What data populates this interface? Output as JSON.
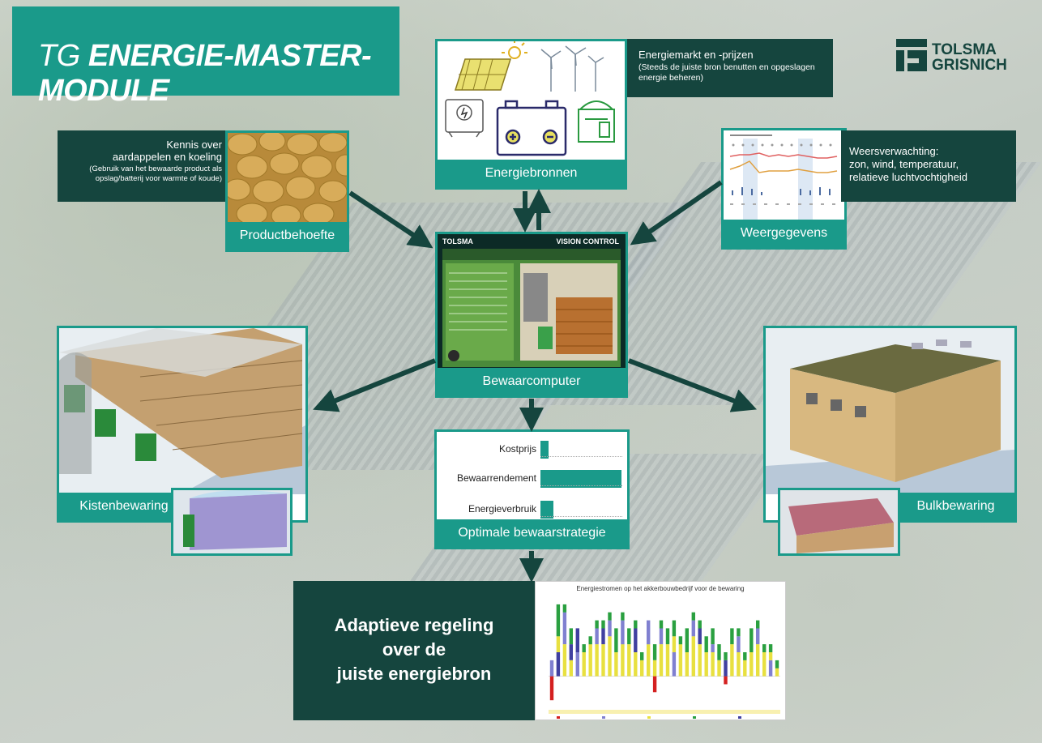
{
  "header": {
    "title_prefix": "TG",
    "title_main": "ENERGIE-MASTER-MODULE",
    "logo_line1": "TOLSMA",
    "logo_line2": "GRISNICH"
  },
  "energy_market": {
    "title": "Energiemarkt en -prijzen",
    "subtitle": "(Steeds de juiste bron benutten en opgeslagen energie beheren)"
  },
  "energy_sources": {
    "label": "Energiebronnen"
  },
  "product": {
    "line1": "Kennis over",
    "line2": "aardappelen en koeling",
    "line3": "(Gebruik van het bewaarde product als opslag/batterij voor warmte of koude)",
    "label": "Productbehoefte"
  },
  "weather": {
    "line1": "Weersverwachting:",
    "line2": "zon, wind, temperatuur,",
    "line3": "relatieve luchtvochtigheid",
    "label": "Weergegevens"
  },
  "computer": {
    "brand": "TOLSMA",
    "screen_title": "VISION CONTROL",
    "label": "Bewaarcomputer"
  },
  "kisten": {
    "label": "Kistenbewaring"
  },
  "bulk": {
    "label": "Bulkbewaring"
  },
  "strategy": {
    "label": "Optimale bewaarstrategie",
    "rows": [
      {
        "name": "Kostprijs",
        "value": 0.1
      },
      {
        "name": "Bewaarrendement",
        "value": 1.0
      },
      {
        "name": "Energieverbruik",
        "value": 0.16
      }
    ]
  },
  "adaptive": {
    "line1": "Adaptieve regeling",
    "line2": "over de",
    "line3": "juiste energiebron"
  },
  "chart_data": {
    "type": "bar",
    "title": "Energiestromen op het akkerbouwbedrijf voor de bewaring",
    "series_colors": [
      "#d42020",
      "#8080d0",
      "#e8e040",
      "#2aa040",
      "#4040a0"
    ],
    "stacks": [
      [
        [
          -3,
          0
        ],
        [
          0,
          2
        ],
        [
          2,
          2
        ]
      ],
      [
        [
          0,
          3
        ],
        [
          3,
          5
        ],
        [
          5,
          9
        ]
      ],
      [
        [
          0,
          4
        ],
        [
          4,
          8
        ],
        [
          8,
          9
        ]
      ],
      [
        [
          0,
          2
        ],
        [
          2,
          4
        ],
        [
          4,
          6
        ]
      ],
      [
        [
          0,
          3
        ],
        [
          3,
          6
        ]
      ],
      [
        [
          0,
          3
        ],
        [
          3,
          4
        ]
      ],
      [
        [
          0,
          4
        ],
        [
          4,
          5
        ]
      ],
      [
        [
          0,
          4
        ],
        [
          4,
          6
        ],
        [
          6,
          7
        ]
      ],
      [
        [
          0,
          4
        ],
        [
          4,
          6
        ],
        [
          6,
          7
        ]
      ],
      [
        [
          0,
          5
        ],
        [
          5,
          7
        ],
        [
          7,
          8
        ]
      ],
      [
        [
          0,
          3
        ],
        [
          3,
          6
        ]
      ],
      [
        [
          0,
          4
        ],
        [
          4,
          7
        ],
        [
          7,
          8
        ]
      ],
      [
        [
          0,
          4
        ],
        [
          4,
          6
        ]
      ],
      [
        [
          0,
          3
        ],
        [
          3,
          6
        ],
        [
          6,
          7
        ]
      ],
      [
        [
          0,
          2
        ],
        [
          2,
          3
        ]
      ],
      [
        [
          0,
          4
        ],
        [
          4,
          7
        ]
      ],
      [
        [
          -2,
          0
        ],
        [
          0,
          2
        ],
        [
          2,
          4
        ]
      ],
      [
        [
          0,
          4
        ],
        [
          4,
          6
        ],
        [
          6,
          7
        ]
      ],
      [
        [
          0,
          4
        ],
        [
          4,
          6
        ]
      ],
      [
        [
          0,
          3
        ],
        [
          3,
          5
        ],
        [
          5,
          7
        ]
      ],
      [
        [
          0,
          4
        ],
        [
          4,
          5
        ]
      ],
      [
        [
          0,
          3
        ],
        [
          3,
          6
        ]
      ],
      [
        [
          0,
          5
        ],
        [
          5,
          7
        ],
        [
          7,
          8
        ]
      ],
      [
        [
          0,
          4
        ],
        [
          4,
          6
        ],
        [
          6,
          7
        ]
      ],
      [
        [
          0,
          3
        ],
        [
          3,
          5
        ]
      ],
      [
        [
          0,
          3
        ],
        [
          3,
          4
        ],
        [
          4,
          6
        ]
      ],
      [
        [
          0,
          2
        ],
        [
          2,
          4
        ]
      ],
      [
        [
          -1,
          0
        ],
        [
          0,
          2
        ],
        [
          2,
          3
        ]
      ],
      [
        [
          0,
          4
        ],
        [
          4,
          6
        ]
      ],
      [
        [
          0,
          3
        ],
        [
          3,
          5
        ],
        [
          5,
          6
        ]
      ],
      [
        [
          0,
          2
        ],
        [
          2,
          3
        ]
      ],
      [
        [
          0,
          3
        ],
        [
          3,
          6
        ]
      ],
      [
        [
          0,
          4
        ],
        [
          4,
          6
        ],
        [
          6,
          7
        ]
      ],
      [
        [
          0,
          3
        ],
        [
          3,
          4
        ]
      ],
      [
        [
          0,
          2
        ],
        [
          2,
          3
        ],
        [
          3,
          4
        ]
      ],
      [
        [
          0,
          1
        ],
        [
          1,
          2
        ]
      ]
    ],
    "stack_series": [
      [
        0,
        1,
        3
      ],
      [
        4,
        2,
        3
      ],
      [
        2,
        1,
        3
      ],
      [
        2,
        4,
        3
      ],
      [
        1,
        4
      ],
      [
        2,
        3
      ],
      [
        2,
        3
      ],
      [
        2,
        1,
        3
      ],
      [
        2,
        4,
        3
      ],
      [
        2,
        1,
        3
      ],
      [
        2,
        3
      ],
      [
        2,
        1,
        3
      ],
      [
        2,
        3
      ],
      [
        2,
        4,
        3
      ],
      [
        2,
        3
      ],
      [
        2,
        1,
        3
      ],
      [
        0,
        2,
        3
      ],
      [
        2,
        1,
        3
      ],
      [
        2,
        3
      ],
      [
        1,
        2,
        3
      ],
      [
        2,
        3
      ],
      [
        2,
        3
      ],
      [
        2,
        1,
        3
      ],
      [
        2,
        4,
        3
      ],
      [
        2,
        3
      ],
      [
        2,
        1,
        3
      ],
      [
        2,
        3
      ],
      [
        0,
        4,
        3
      ],
      [
        2,
        3
      ],
      [
        2,
        1,
        3
      ],
      [
        2,
        3
      ],
      [
        2,
        3
      ],
      [
        2,
        1,
        3
      ],
      [
        2,
        3
      ],
      [
        1,
        2,
        3
      ],
      [
        2,
        3
      ]
    ],
    "ylim": [
      -4,
      10
    ]
  }
}
